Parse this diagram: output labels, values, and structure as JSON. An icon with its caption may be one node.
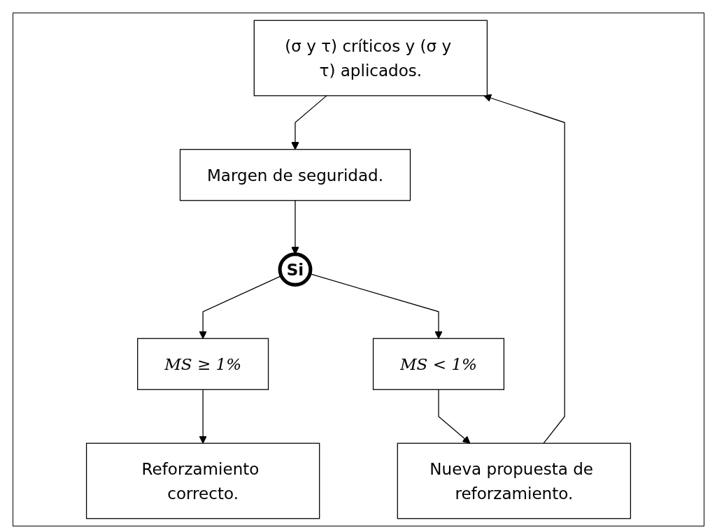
{
  "diagram": {
    "nodes": [
      {
        "text": [
          "(σ y τ) críticos y (σ y τ) aplicados."
        ]
      },
      {
        "text": [
          "Margen de seguridad."
        ]
      },
      {
        "text": [
          "Si"
        ]
      },
      {
        "text": [
          "MS ≥ 1%"
        ]
      },
      {
        "text": [
          "MS < 1%"
        ]
      },
      {
        "text": [
          "Nueva propuesta de reforzamiento."
        ]
      },
      {
        "text": [
          "Reforzamiento correcto."
        ]
      }
    ],
    "edges": [
      {
        "from": 0,
        "to": 1,
        "arrow": "to"
      },
      {
        "from": 1,
        "to": 2,
        "arrow": "to"
      },
      {
        "from": 2,
        "to": 3,
        "arrow": "to"
      },
      {
        "from": 2,
        "to": 4,
        "arrow": "to"
      },
      {
        "from": 4,
        "to": 5,
        "arrow": "to"
      },
      {
        "from": 5,
        "to": 0,
        "arrow": "to"
      },
      {
        "from": 3,
        "to": 6,
        "arrow": "to"
      }
    ]
  }
}
